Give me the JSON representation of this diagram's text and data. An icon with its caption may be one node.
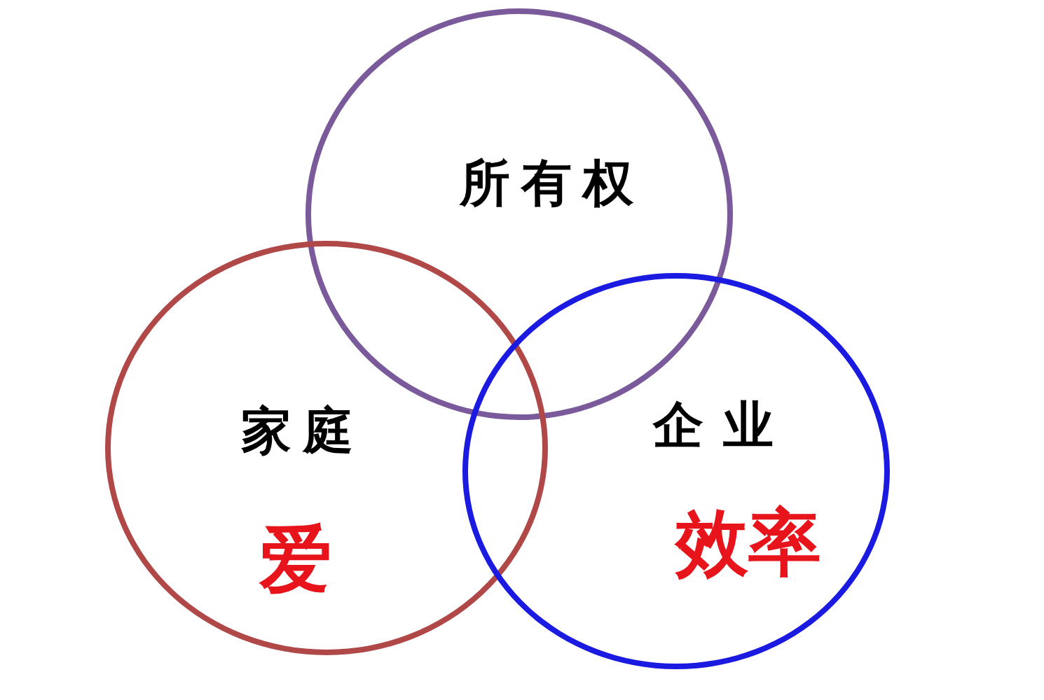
{
  "diagram": {
    "nodes": [
      {
        "text": [
          "所有权"
        ]
      },
      {
        "text": [
          "家庭",
          "爱"
        ]
      },
      {
        "text": [
          "企业",
          "效率"
        ]
      }
    ]
  }
}
